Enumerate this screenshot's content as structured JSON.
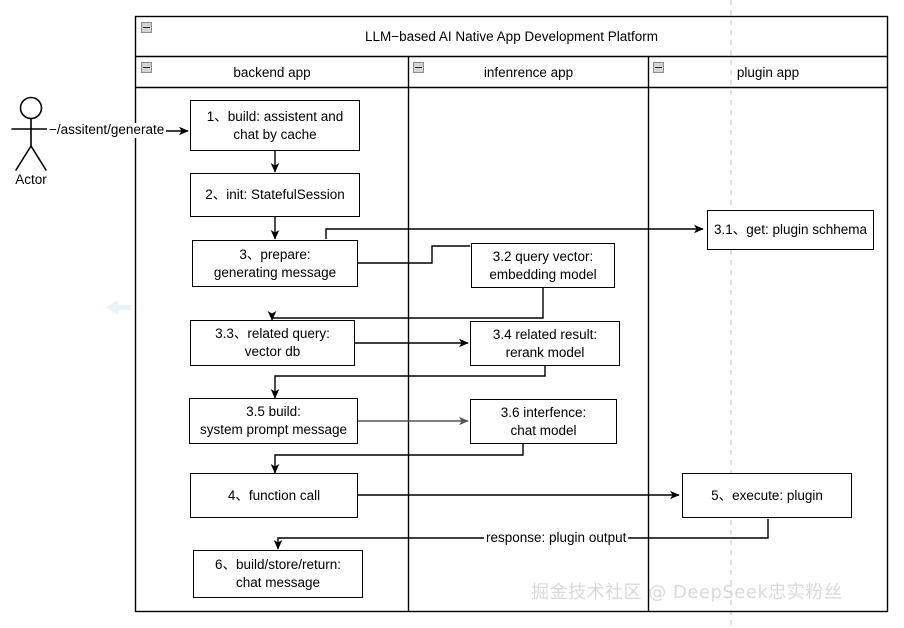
{
  "frame": {
    "title": "LLM−based AI Native App Development Platform",
    "collapse_icon": "minus-square-icon"
  },
  "lanes": [
    {
      "id": "backend",
      "label": "backend app"
    },
    {
      "id": "inference",
      "label": "infenrence app"
    },
    {
      "id": "plugin",
      "label": "plugin app"
    }
  ],
  "actor": {
    "label": "Actor",
    "icon": "stick-figure-icon",
    "request_label": "−/assitent/generate"
  },
  "nodes": [
    {
      "id": "n1",
      "line1": "1、build: assistent and",
      "line2": "chat by cache"
    },
    {
      "id": "n2",
      "line1": "2、init: StatefulSession",
      "line2": ""
    },
    {
      "id": "n3",
      "line1": "3、prepare:",
      "line2": "generating message"
    },
    {
      "id": "n31",
      "line1": "3.1、get: plugin schhema",
      "line2": ""
    },
    {
      "id": "n32",
      "line1": "3.2 query vector:",
      "line2": "embedding model"
    },
    {
      "id": "n33",
      "line1": "3.3、related query:",
      "line2": "vector db"
    },
    {
      "id": "n34",
      "line1": "3.4 related result:",
      "line2": "rerank model"
    },
    {
      "id": "n35",
      "line1": "3.5 build:",
      "line2": "system prompt message"
    },
    {
      "id": "n36",
      "line1": "3.6 interfence:",
      "line2": "chat model"
    },
    {
      "id": "n4",
      "line1": "4、function call",
      "line2": ""
    },
    {
      "id": "n5",
      "line1": "5、execute: plugin",
      "line2": ""
    },
    {
      "id": "n6",
      "line1": "6、build/store/return:",
      "line2": "chat message"
    }
  ],
  "edge_labels": [
    {
      "id": "response",
      "text": "response: plugin output"
    }
  ],
  "watermark": {
    "text": "掘金技术社区 @ DeepSeek忠实粉丝"
  },
  "colors": {
    "stroke": "#000000",
    "frame_border": "#000000",
    "lifeline": "#cccccc",
    "collapse_fill": "#d4d4d4",
    "watermark": "#d9d9d9",
    "ghost_arrow": "#e8f4f8"
  }
}
